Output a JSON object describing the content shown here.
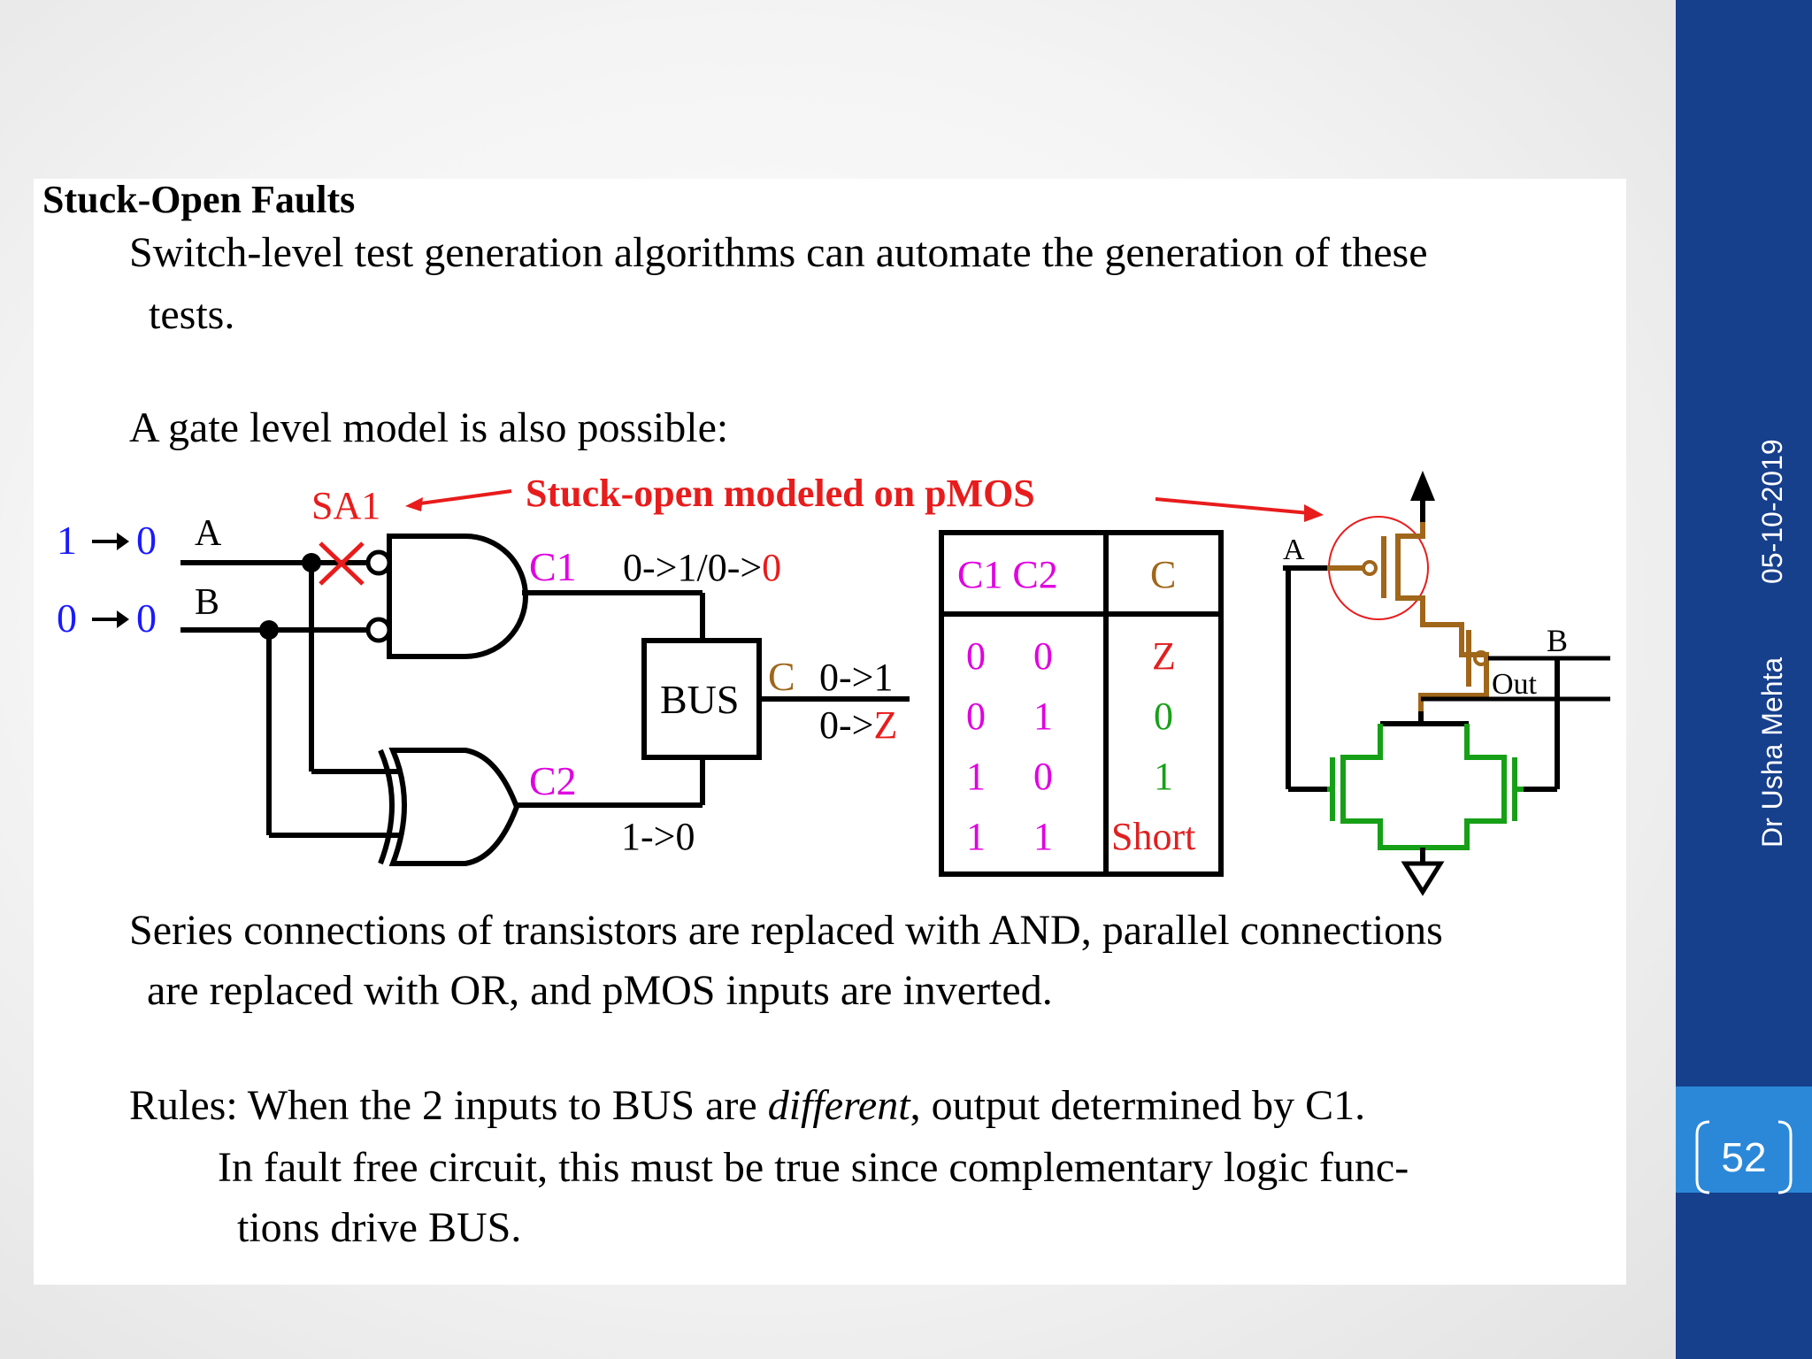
{
  "slide": {
    "heading": "Stuck-Open Faults",
    "para1_line1": "Switch-level test generation algorithms can automate the generation of these",
    "para1_line2": "tests.",
    "para2": "A gate level model is also possible:",
    "para3_line1": "Series connections of transistors are replaced with AND, parallel connections",
    "para3_line2": "are replaced with OR, and pMOS inputs are inverted.",
    "rules_prefix": "Rules: When the 2 inputs to BUS are ",
    "rules_emph": "different",
    "rules_suffix": ", output determined by C1.",
    "rules_line2": "In fault free circuit, this must be true since complementary logic func-",
    "rules_line3": "tions drive BUS."
  },
  "sidebar": {
    "date": "05-10-2019",
    "author": "Dr Usha Mehta",
    "slide_number": "52"
  },
  "diagram": {
    "input_a_value": "1",
    "input_a_after": "0",
    "input_b_value": "0",
    "input_b_after": "0",
    "label_a": "A",
    "label_b": "B",
    "sa1": "SA1",
    "callout": "Stuck-open modeled on pMOS",
    "c1": "C1",
    "c1_transition_black": "0->1/0->",
    "c1_transition_red": "0",
    "c2": "C2",
    "c2_transition": "1->0",
    "bus": "BUS",
    "c_label": "C",
    "c_trans_1": "0->1",
    "c_trans_2_black": "0->",
    "c_trans_2_red": "Z",
    "table_header_left": "C1 C2",
    "table_header_right": "C",
    "table_rows": [
      {
        "c1": "0",
        "c2": "0",
        "c": "Z"
      },
      {
        "c1": "0",
        "c2": "1",
        "c": "0"
      },
      {
        "c1": "1",
        "c2": "0",
        "c": "1"
      },
      {
        "c1": "1",
        "c2": "1",
        "c": "Short"
      }
    ],
    "cmos_a": "A",
    "cmos_b": "B",
    "cmos_out": "Out"
  },
  "colors": {
    "sidebar": "#163f8c",
    "accent": "#2b88d8",
    "blue_text": "#1a1aff",
    "magenta": "#e000e0",
    "red": "#e81c1c",
    "brown": "#a0661a",
    "green": "#17a017",
    "table_red": "#e02020"
  }
}
